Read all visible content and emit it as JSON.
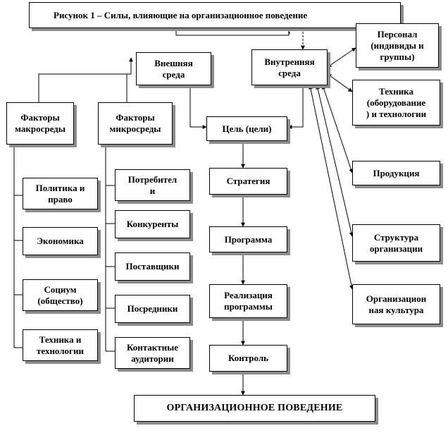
{
  "title": "Рисунок 1 – Силы, влияющие на организационное поведение",
  "nodes": {
    "external_env": "Внешняя\nсреда",
    "internal_env": "Внутренняя\nсреда",
    "macro_factors": "Факторы\nмакросреды",
    "micro_factors": "Факторы\nмикросреды",
    "goal": "Цель (цели)",
    "strategy": "Стратегия",
    "program": "Программа",
    "implementation": "Реализация\nпрограммы",
    "control": "Контроль",
    "org_behavior": "ОРГАНИЗАЦИОННОЕ  ПОВЕДЕНИЕ"
  },
  "macro_items": [
    "Политика и\nправо",
    "Экономика",
    "Социум\n(общество)",
    "Техника и\nтехнологии"
  ],
  "micro_items": [
    "Потребител\nи",
    "Конкуренты",
    "Поставщики",
    "Посредники",
    "Контактные\nаудитории"
  ],
  "internal_items": [
    "Персонал\n(индивиды и\nгруппы)",
    "Техника\n(оборудование\n) и технологии",
    "Продукция",
    "Структура\nорганизации",
    "Организацион\nная культура"
  ],
  "colors": {
    "line": "#000000",
    "shadow": "#8c8c8c",
    "background": "#ffffff"
  }
}
